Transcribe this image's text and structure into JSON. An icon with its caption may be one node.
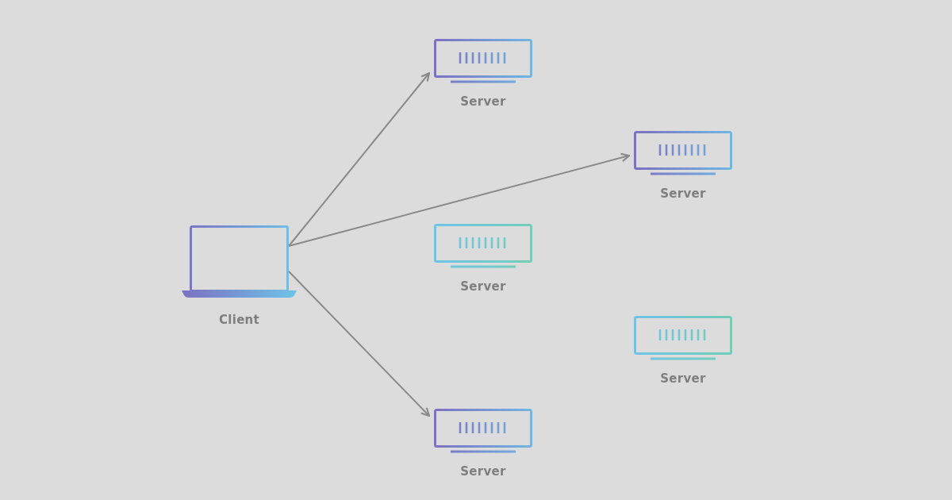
{
  "diagram": {
    "nodes": [
      {
        "text": [
          "Client"
        ]
      },
      {
        "text": [
          "Server"
        ]
      },
      {
        "text": [
          "Server"
        ]
      },
      {
        "text": [
          "Server"
        ]
      },
      {
        "text": [
          "Server"
        ]
      },
      {
        "text": [
          "Server"
        ]
      }
    ],
    "edges": [
      {
        "from": 0,
        "to": 1,
        "arrow": "to"
      },
      {
        "from": 0,
        "to": 2,
        "arrow": "to"
      },
      {
        "from": 0,
        "to": 5,
        "arrow": "to"
      }
    ]
  }
}
